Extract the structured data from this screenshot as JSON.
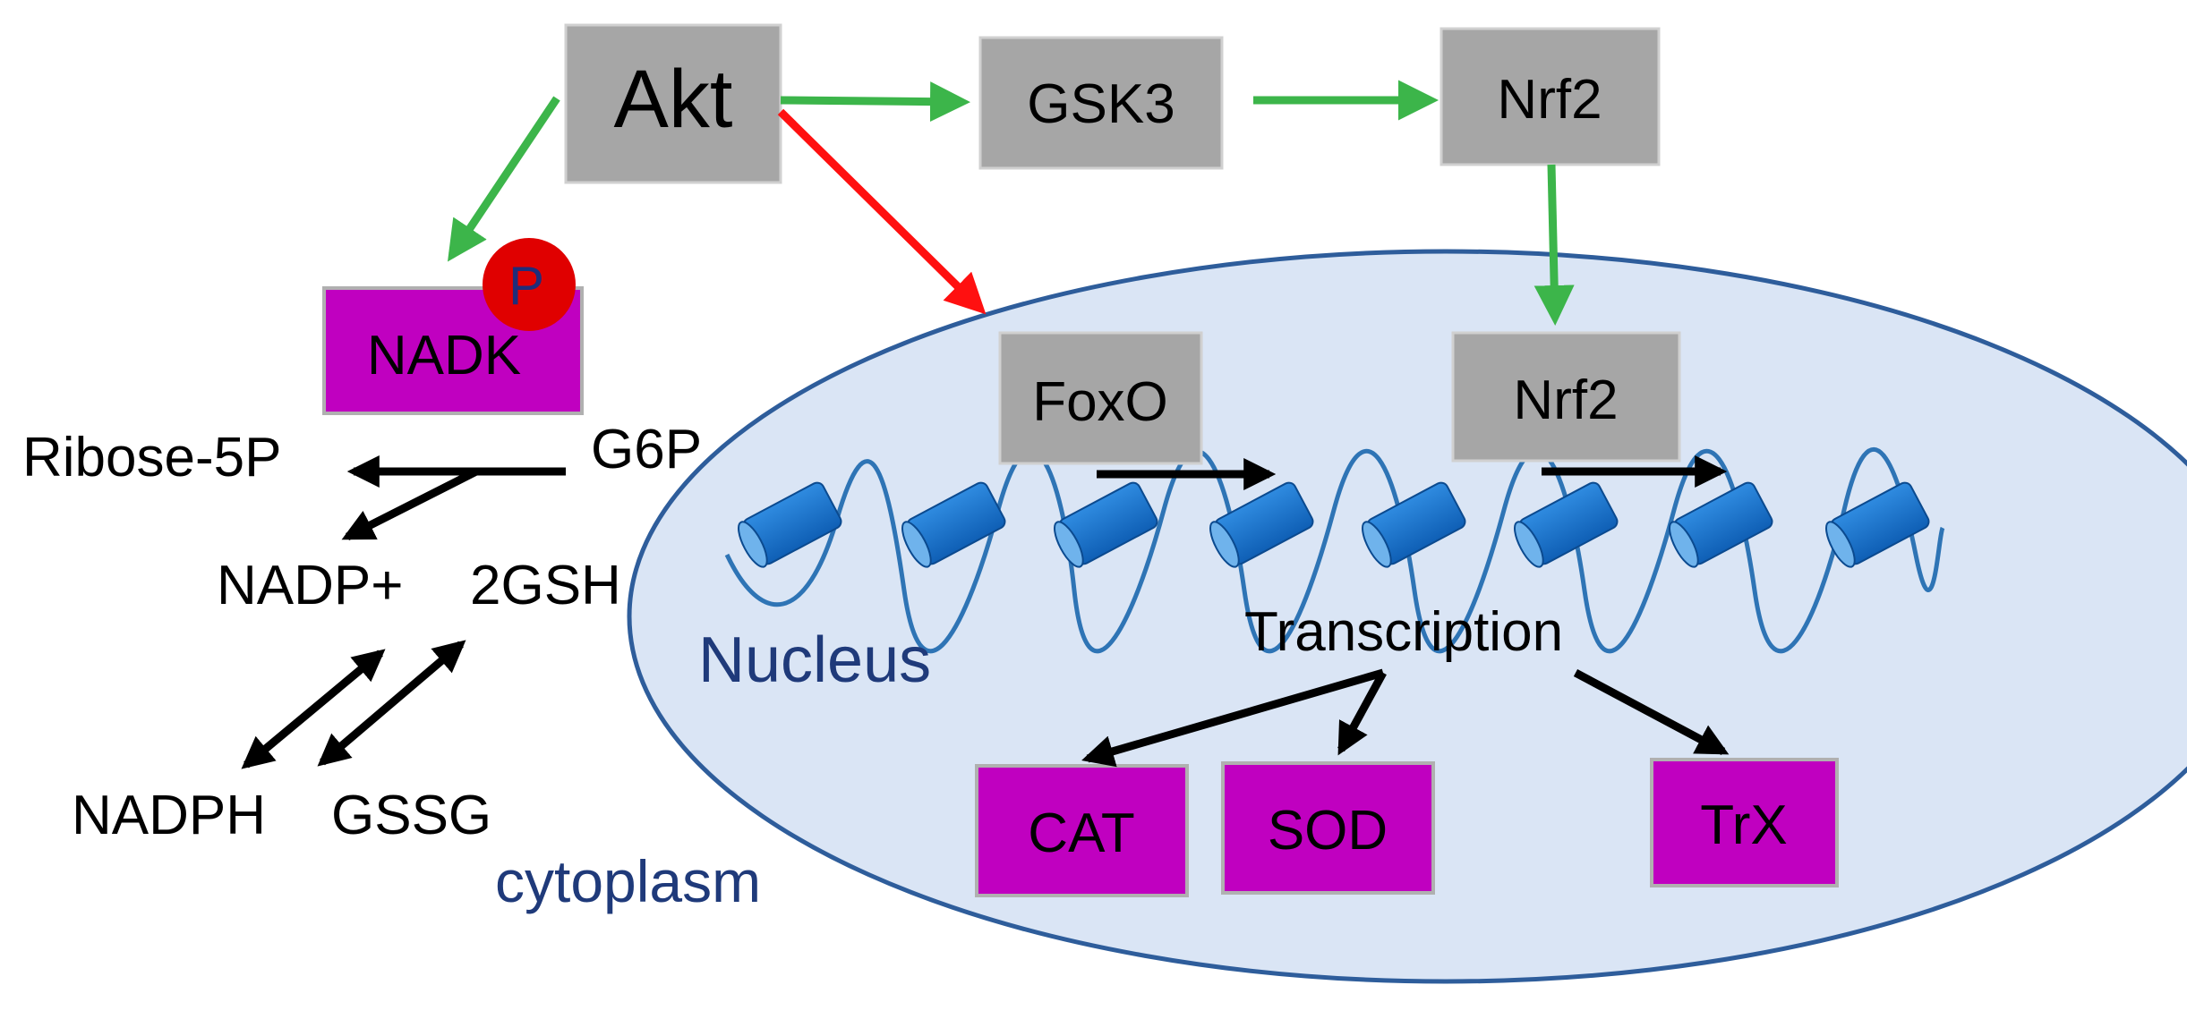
{
  "nodes": {
    "akt": "Akt",
    "gsk3": "GSK3",
    "nrf2_cyto": "Nrf2",
    "nrf2_nuc": "Nrf2",
    "foxo": "FoxO",
    "nadk": "NADK",
    "phospho": "P",
    "cat": "CAT",
    "sod": "SOD",
    "trx": "TrX"
  },
  "metabolites": {
    "ribose5p": "Ribose-5P",
    "g6p": "G6P",
    "nadp_plus": "NADP+",
    "gsh": "2GSH",
    "nadph": "NADPH",
    "gssg": "GSSG"
  },
  "labels": {
    "nucleus": "Nucleus",
    "cytoplasm": "cytoplasm",
    "transcription": "Transcription"
  },
  "colors": {
    "gray_box": "#a6a6a6",
    "magenta_box": "#c000c0",
    "nucleus_fill": "#dae5f5",
    "nucleus_stroke": "#2e5d9b",
    "dna_strand": "#2e74b5",
    "nucleosome": "#1b6fc4",
    "activation_arrow": "#3cb54a",
    "inhibition_arrow": "#ff1010",
    "black_arrow": "#000000",
    "phospho_circle": "#e00000",
    "phospho_text": "#1f2d7a",
    "label_blue": "#1f3a7a"
  }
}
